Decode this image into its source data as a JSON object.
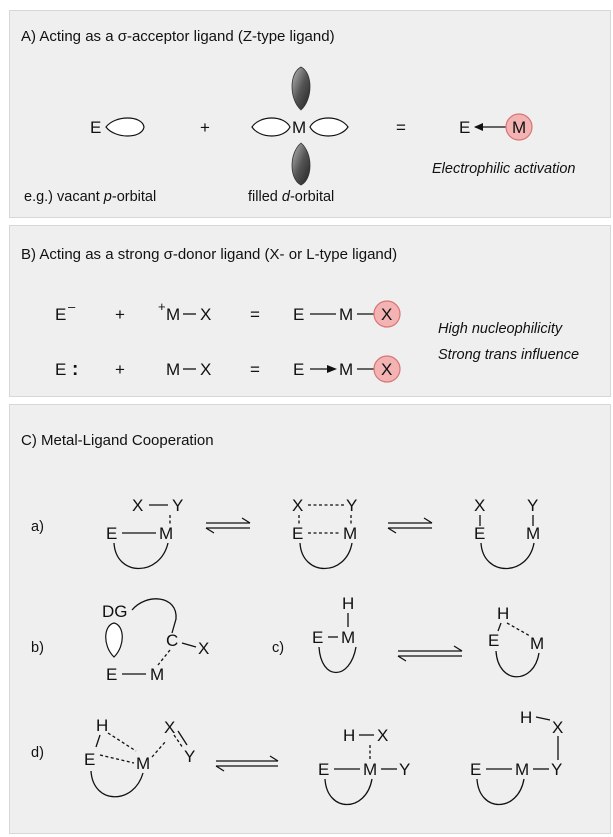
{
  "panelA": {
    "title": "A) Acting as a σ-acceptor ligand (Z-type ligand)",
    "E": "E",
    "M": "M",
    "plus": "+",
    "equals": "=",
    "product_E": "E",
    "product_M": "M",
    "activation": "Electrophilic activation",
    "eg_prefix": "e.g.) vacant ",
    "eg_italic": "p",
    "eg_suffix": "-orbital",
    "filled_italic": "d",
    "filled_prefix": "filled ",
    "filled_suffix": "-orbital"
  },
  "panelB": {
    "title": "B) Acting as a strong σ-donor ligand (X- or L-type ligand)",
    "row1": {
      "E": "E",
      "charge_neg": "–",
      "plus": "+",
      "charge_pos": "+",
      "M": "M",
      "X": "X",
      "equals": "=",
      "pE": "E",
      "pM": "M",
      "pX": "X"
    },
    "row2": {
      "E": "E",
      "lonepair": ":",
      "plus": "+",
      "M": "M",
      "X": "X",
      "equals": "=",
      "pE": "E",
      "pM": "M",
      "pX": "X"
    },
    "note1": "High nucleophilicity",
    "note2": "Strong trans influence"
  },
  "panelC": {
    "title": "C) Metal-Ligand Cooperation",
    "labels": {
      "a": "a)",
      "b": "b)",
      "c": "c)",
      "d": "d)"
    },
    "atoms": {
      "E": "E",
      "M": "M",
      "X": "X",
      "Y": "Y",
      "H": "H",
      "C": "C",
      "DG": "DG"
    }
  }
}
